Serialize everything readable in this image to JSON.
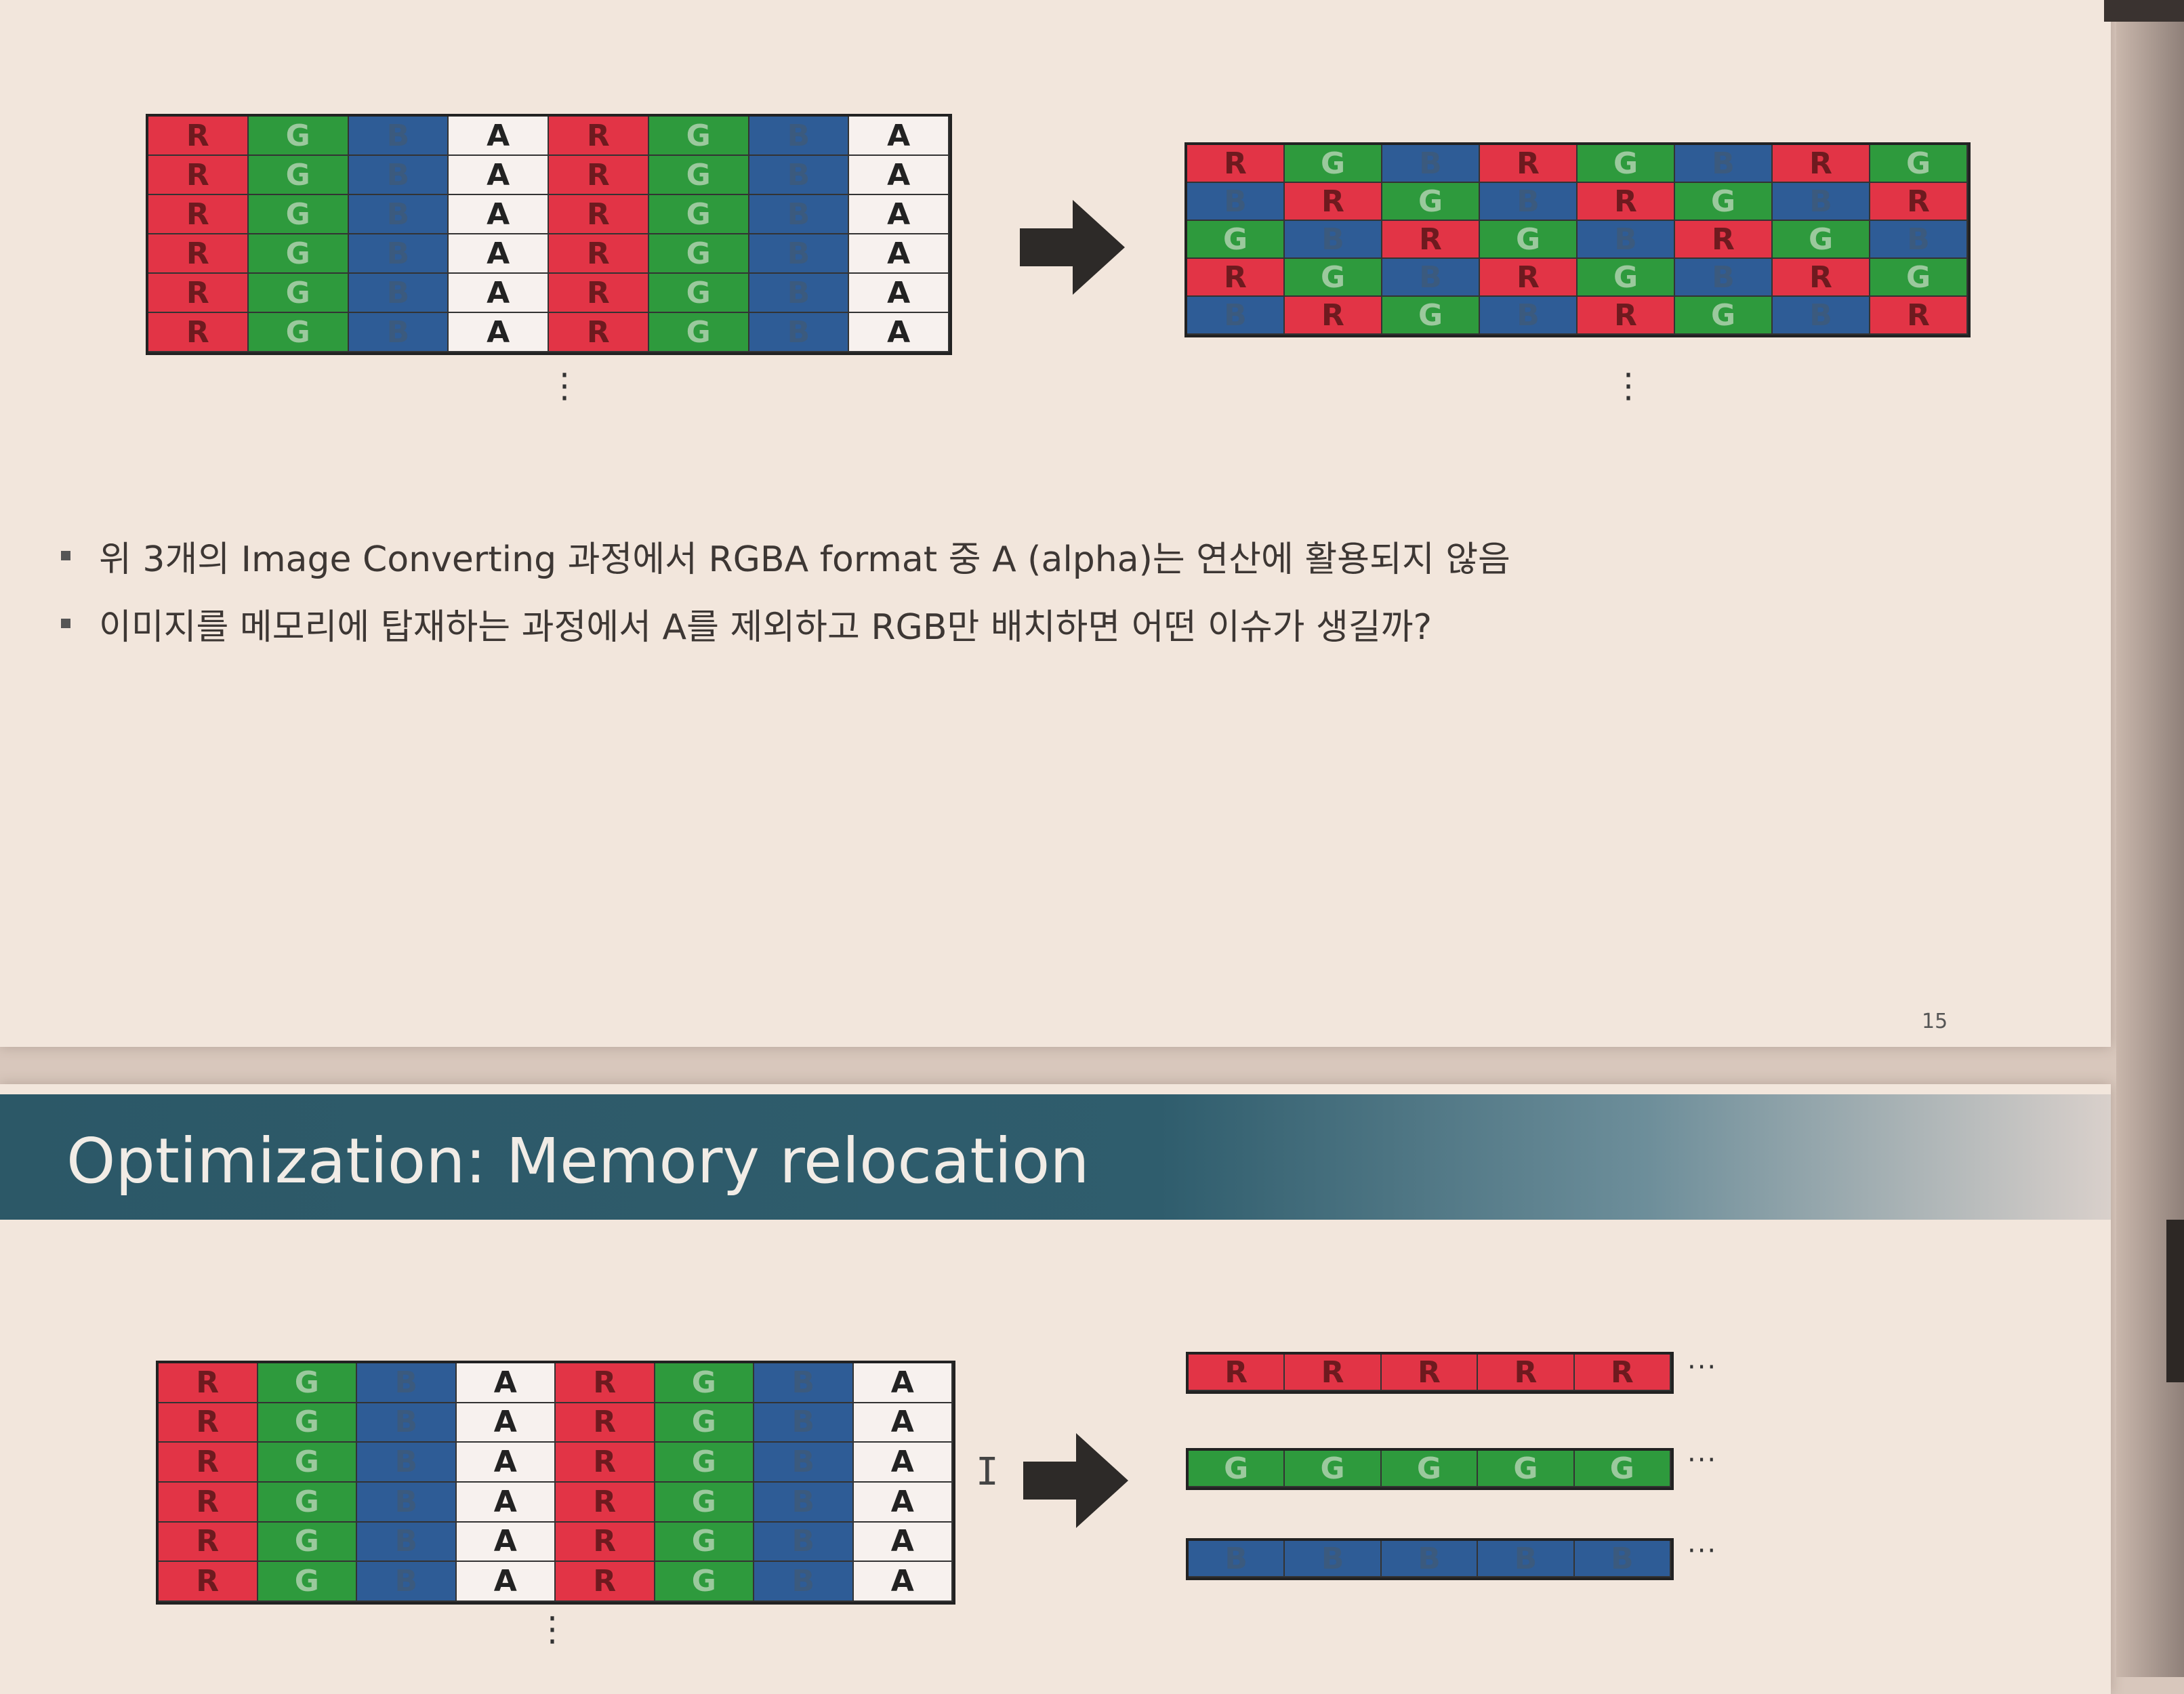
{
  "top_slide": {
    "left_grid": [
      [
        "R",
        "G",
        "B",
        "A",
        "R",
        "G",
        "B",
        "A"
      ],
      [
        "R",
        "G",
        "B",
        "A",
        "R",
        "G",
        "B",
        "A"
      ],
      [
        "R",
        "G",
        "B",
        "A",
        "R",
        "G",
        "B",
        "A"
      ],
      [
        "R",
        "G",
        "B",
        "A",
        "R",
        "G",
        "B",
        "A"
      ],
      [
        "R",
        "G",
        "B",
        "A",
        "R",
        "G",
        "B",
        "A"
      ],
      [
        "R",
        "G",
        "B",
        "A",
        "R",
        "G",
        "B",
        "A"
      ]
    ],
    "right_grid": [
      [
        "R",
        "G",
        "B",
        "R",
        "G",
        "B",
        "R",
        "G"
      ],
      [
        "B",
        "R",
        "G",
        "B",
        "R",
        "G",
        "B",
        "R"
      ],
      [
        "G",
        "B",
        "R",
        "G",
        "B",
        "R",
        "G",
        "B"
      ],
      [
        "R",
        "G",
        "B",
        "R",
        "G",
        "B",
        "R",
        "G"
      ],
      [
        "B",
        "R",
        "G",
        "B",
        "R",
        "G",
        "B",
        "R"
      ]
    ],
    "bullets": [
      "위 3개의 Image Converting 과정에서 RGBA format 중 A (alpha)는 연산에 활용되지 않음",
      "이미지를 메모리에 탑재하는 과정에서 A를 제외하고 RGB만 배치하면 어떤 이슈가 생길까?"
    ],
    "page_number": "15"
  },
  "bottom_slide": {
    "title": "Optimization: Memory relocation",
    "left_grid": [
      [
        "R",
        "G",
        "B",
        "A",
        "R",
        "G",
        "B",
        "A"
      ],
      [
        "R",
        "G",
        "B",
        "A",
        "R",
        "G",
        "B",
        "A"
      ],
      [
        "R",
        "G",
        "B",
        "A",
        "R",
        "G",
        "B",
        "A"
      ],
      [
        "R",
        "G",
        "B",
        "A",
        "R",
        "G",
        "B",
        "A"
      ],
      [
        "R",
        "G",
        "B",
        "A",
        "R",
        "G",
        "B",
        "A"
      ],
      [
        "R",
        "G",
        "B",
        "A",
        "R",
        "G",
        "B",
        "A"
      ]
    ],
    "planes": [
      {
        "cells": [
          "R",
          "R",
          "R",
          "R",
          "R"
        ],
        "ellipsis": "···"
      },
      {
        "cells": [
          "G",
          "G",
          "G",
          "G",
          "G"
        ],
        "ellipsis": "···"
      },
      {
        "cells": [
          "B",
          "B",
          "B",
          "B",
          "B"
        ],
        "ellipsis": "···"
      }
    ]
  },
  "colors": {
    "R": "#e23446",
    "G": "#2e9a3d",
    "B": "#2e5c96",
    "A": "#f7f1ee",
    "title_bar": "#2c5867"
  },
  "icons": {
    "arrow": "right-arrow-icon",
    "vertical_ellipsis": "vertical-ellipsis-icon",
    "text_cursor": "i-beam-cursor-icon"
  }
}
